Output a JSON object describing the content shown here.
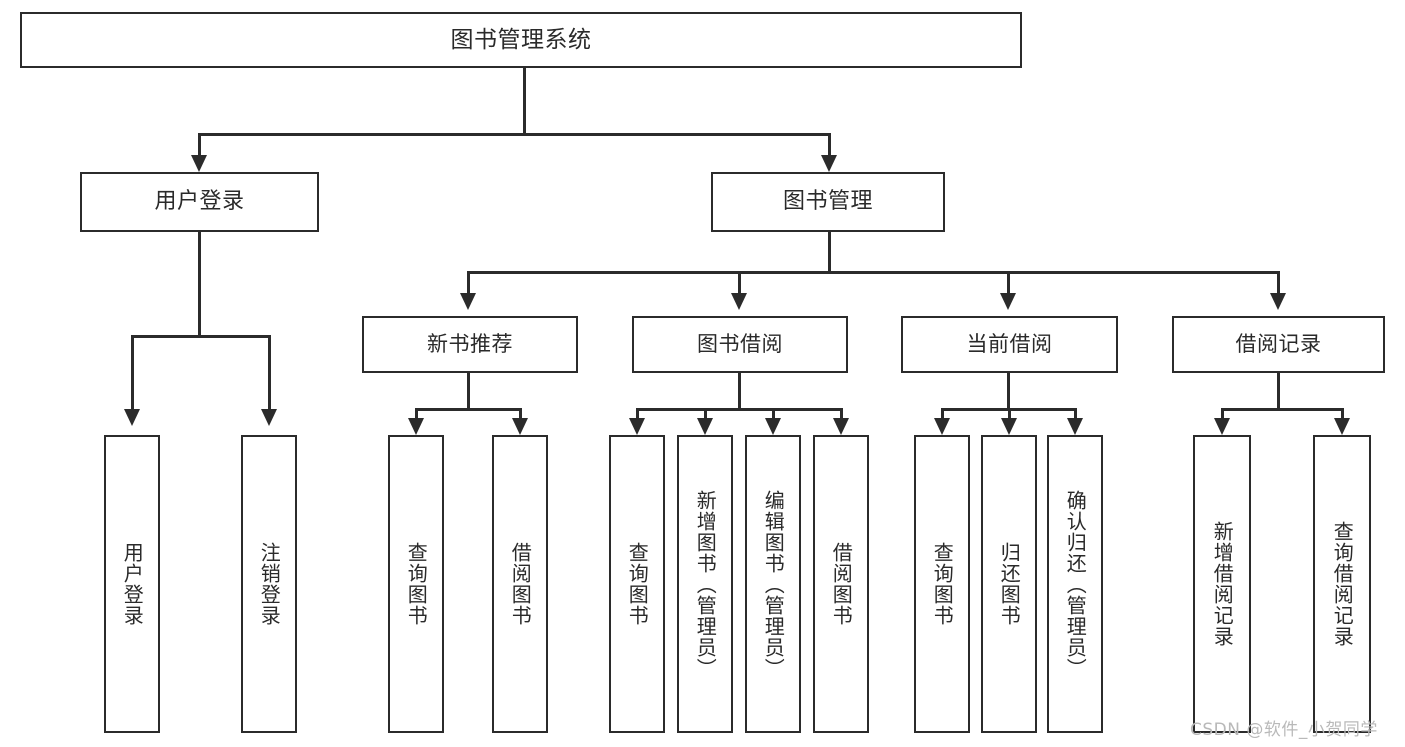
{
  "diagram": {
    "type": "tree-hierarchy-chart",
    "title": "图书管理系统",
    "background": "#ffffff",
    "line_color": "#2b2b2b",
    "text_color": "#2a2a2a",
    "root": {
      "id": "root",
      "label": "图书管理系统",
      "level": 0
    },
    "level1": [
      {
        "id": "user-login",
        "label": "用户登录",
        "level": 1
      },
      {
        "id": "book-manage",
        "label": "图书管理",
        "level": 1
      }
    ],
    "level2": [
      {
        "id": "new-book-recommend",
        "label": "新书推荐",
        "level": 2,
        "parent": "book-manage"
      },
      {
        "id": "book-borrow",
        "label": "图书借阅",
        "level": 2,
        "parent": "book-manage"
      },
      {
        "id": "current-borrow",
        "label": "当前借阅",
        "level": 2,
        "parent": "book-manage"
      },
      {
        "id": "borrow-record",
        "label": "借阅记录",
        "level": 2,
        "parent": "book-manage"
      }
    ],
    "leaves": [
      {
        "id": "leaf-user-login",
        "label": "用户登录",
        "parent": "user-login"
      },
      {
        "id": "leaf-logout-login",
        "label": "注销登录",
        "parent": "user-login"
      },
      {
        "id": "leaf-query-book-1",
        "label": "查询图书",
        "parent": "new-book-recommend"
      },
      {
        "id": "leaf-borrow-book-1",
        "label": "借阅图书",
        "parent": "new-book-recommend"
      },
      {
        "id": "leaf-query-book-2",
        "label": "查询图书",
        "parent": "book-borrow"
      },
      {
        "id": "leaf-add-book",
        "label": "新增图书（管理员）",
        "parent": "book-borrow"
      },
      {
        "id": "leaf-edit-book",
        "label": "编辑图书（管理员）",
        "parent": "book-borrow"
      },
      {
        "id": "leaf-borrow-book-2",
        "label": "借阅图书",
        "parent": "book-borrow"
      },
      {
        "id": "leaf-query-book-3",
        "label": "查询图书",
        "parent": "current-borrow"
      },
      {
        "id": "leaf-return-book",
        "label": "归还图书",
        "parent": "current-borrow"
      },
      {
        "id": "leaf-confirm-return",
        "label": "确认归还（管理员）",
        "parent": "current-borrow"
      },
      {
        "id": "leaf-add-record",
        "label": "新增借阅记录",
        "parent": "borrow-record"
      },
      {
        "id": "leaf-query-record",
        "label": "查询借阅记录",
        "parent": "borrow-record"
      }
    ],
    "watermark": "CSDN @软件_小贺同学"
  }
}
